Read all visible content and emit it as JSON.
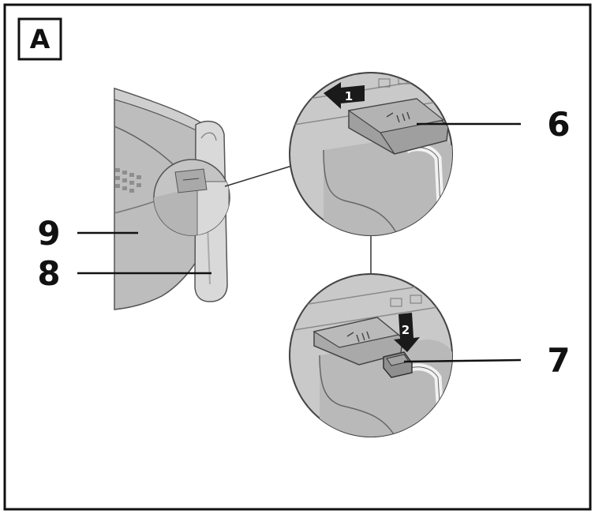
{
  "panel": {
    "letter": "A"
  },
  "callouts": {
    "c6": "6",
    "c7": "7",
    "c8": "8",
    "c9": "9"
  },
  "steps": {
    "s1": "1",
    "s2": "2"
  },
  "colors": {
    "frame": "#111111",
    "body_fill": "#bdbdbd",
    "lens_fill": "#c9c9c9",
    "handle_fill": "#d9d9d9",
    "button_fill": "#a8a8a8",
    "arrow_fill": "#1a1a1a"
  }
}
